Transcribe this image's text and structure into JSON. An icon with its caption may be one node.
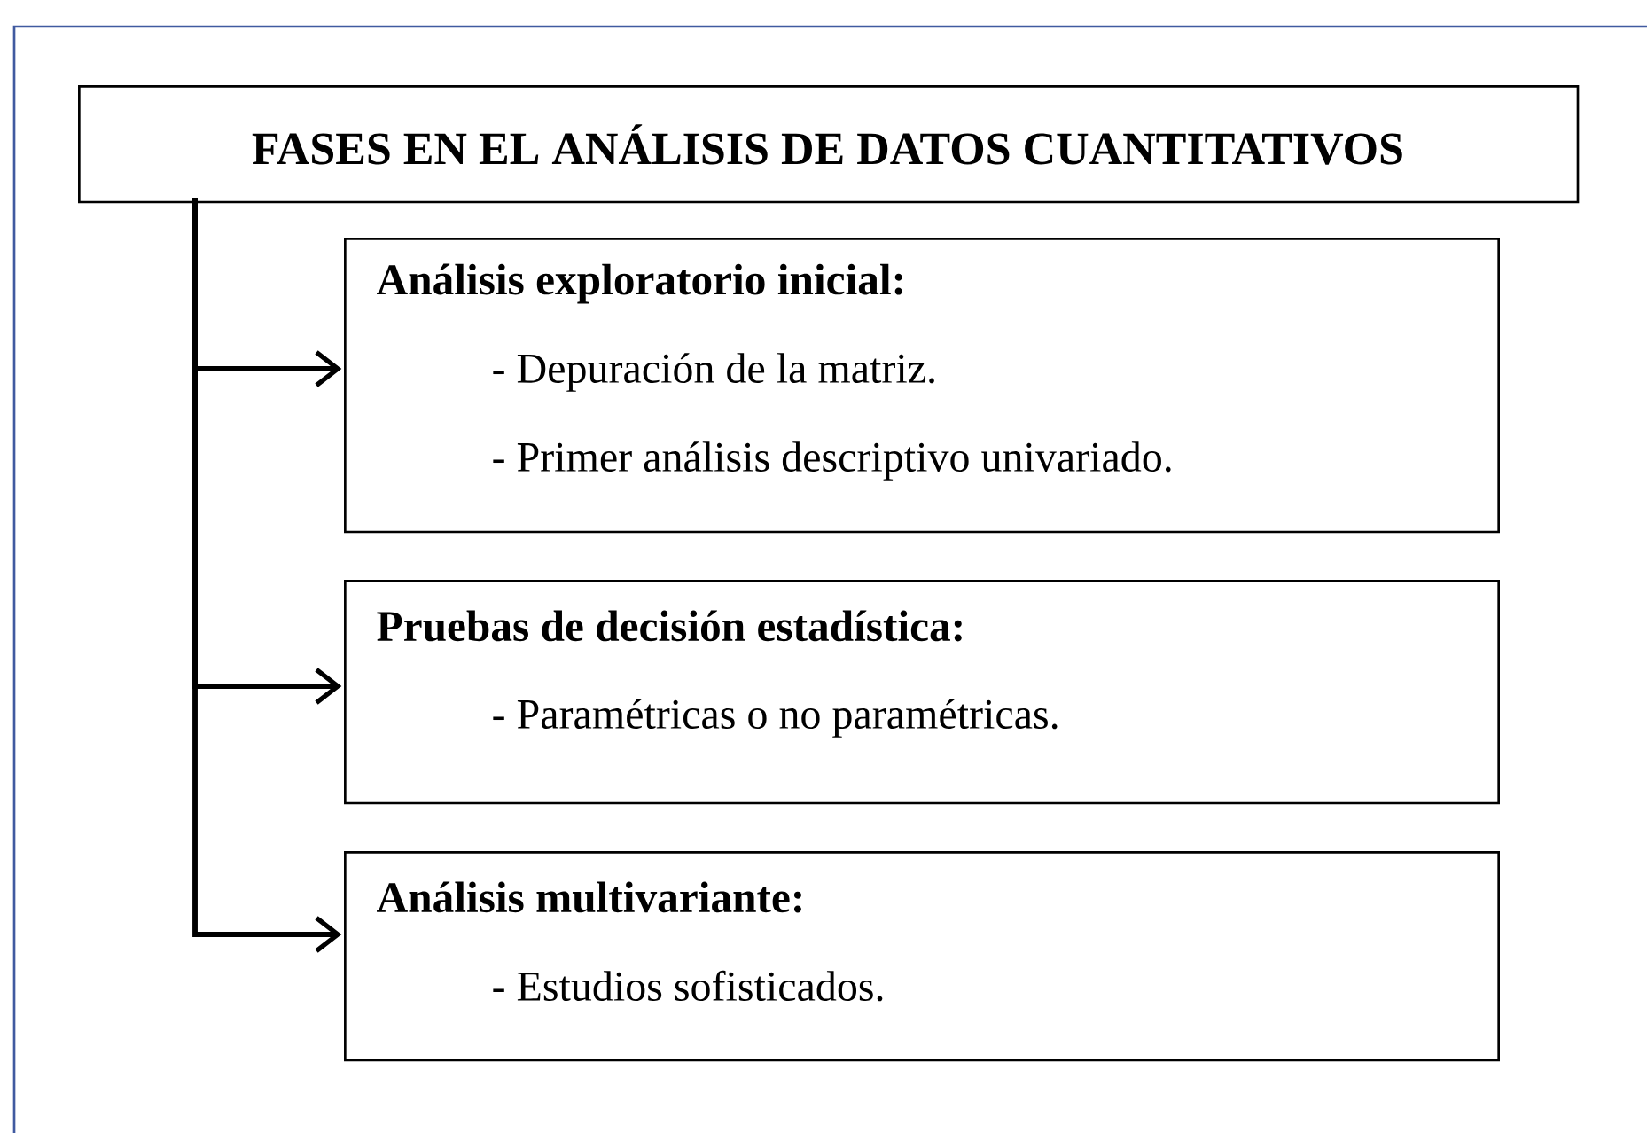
{
  "diagram": {
    "nodes": [
      {
        "text": [
          "FASES EN EL ANÁLISIS DE DATOS CUANTITATIVOS"
        ]
      },
      {
        "text": [
          "Análisis exploratorio inicial:",
          "- Depuración de la matriz.",
          "- Primer análisis descriptivo univariado."
        ]
      },
      {
        "text": [
          "Pruebas de decisión estadística:",
          "- Paramétricas o no paramétricas."
        ]
      },
      {
        "text": [
          "Análisis multivariante:",
          "- Estudios sofisticados."
        ]
      }
    ],
    "edges": [
      {
        "from": 0,
        "to": 1,
        "arrow": "to"
      },
      {
        "from": 0,
        "to": 2,
        "arrow": "to"
      },
      {
        "from": 0,
        "to": 3,
        "arrow": "to"
      }
    ]
  }
}
